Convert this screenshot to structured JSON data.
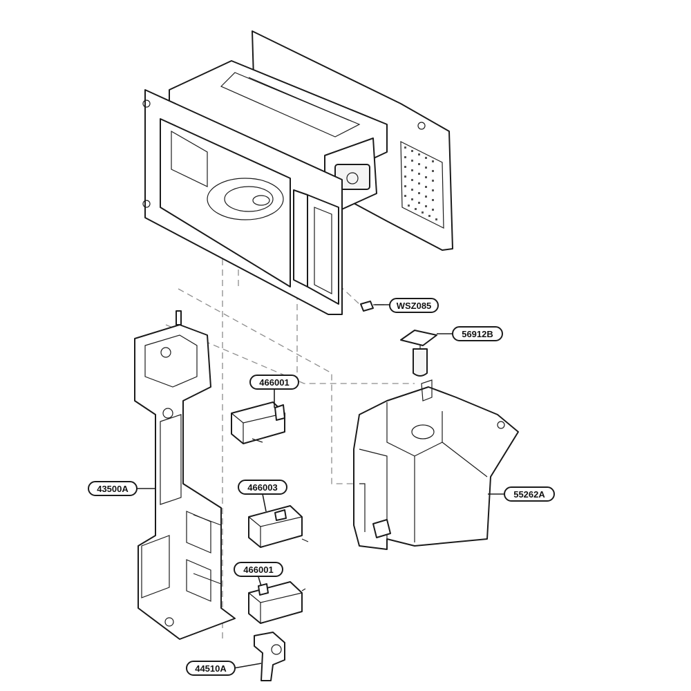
{
  "diagram": {
    "part_labels": {
      "wsz085": "WSZ085",
      "p56912b": "56912B",
      "p466001_top": "466001",
      "p43500a": "43500A",
      "p55262a": "55262A",
      "p466003": "466003",
      "p466001_bottom": "466001",
      "p44510a": "44510A"
    },
    "colors": {
      "line": "#1a1a1a",
      "dashed_guide": "#8c8c8c",
      "background": "#ffffff"
    }
  }
}
